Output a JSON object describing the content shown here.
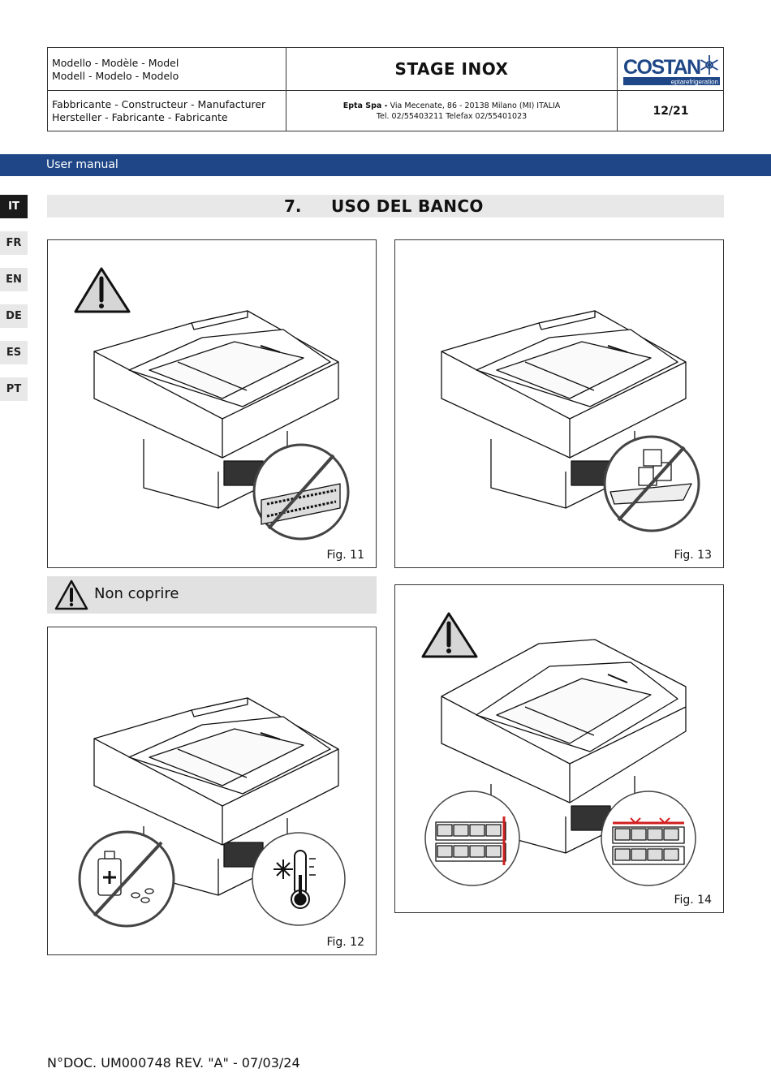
{
  "header": {
    "model_label_line1": "Modello - Modèle - Model",
    "model_label_line2": "Modell - Modelo - Modelo",
    "model_value": "STAGE INOX",
    "manufacturer_label_line1": "Fabbricante - Constructeur - Manufacturer",
    "manufacturer_label_line2": "Hersteller - Fabricante - Fabricante",
    "manufacturer_name": "Epta Spa -",
    "manufacturer_address": " Via Mecenate, 86 - 20138 Milano (MI) ITALIA",
    "manufacturer_contacts": "Tel. 02/55403211 Telefax 02/55401023",
    "page_number": "12/21",
    "logo_text": "COSTAN",
    "logo_subtext": "eptarefrigeration"
  },
  "band": {
    "label": "User manual"
  },
  "languages": [
    "IT",
    "FR",
    "EN",
    "DE",
    "ES",
    "PT"
  ],
  "active_language": "IT",
  "section": {
    "number": "7.",
    "title": "USO DEL BANCO"
  },
  "warning": {
    "text": "Non coprire",
    "icon": "warning-triangle-icon"
  },
  "figures": {
    "fig11": "Fig. 11",
    "fig12": "Fig. 12",
    "fig13": "Fig. 13",
    "fig14": "Fig. 14"
  },
  "footer": {
    "doc": "N°DOC. UM000748 REV. \"A\" - 07/03/24"
  },
  "colors": {
    "band": "#1f4787",
    "logo_blue": "#1f4787",
    "label_red": "#d01f1f"
  }
}
